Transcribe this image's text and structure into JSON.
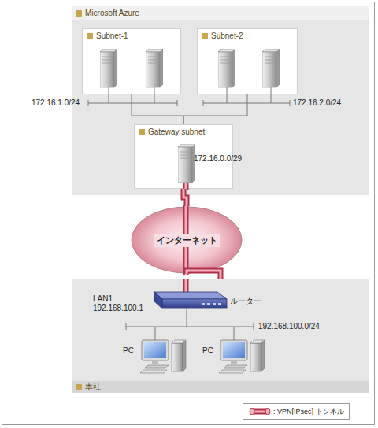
{
  "diagram": {
    "nodes": [
      {
        "text": [
          "Microsoft Azure"
        ]
      },
      {
        "text": [
          "Subnet-1"
        ],
        "in": 0
      },
      {
        "text": [
          "Subnet-2"
        ],
        "in": 0
      },
      {
        "text": [
          "Gateway subnet"
        ],
        "in": 0
      },
      {
        "text": [
          "インターネット"
        ]
      },
      {
        "text": [
          "本社"
        ]
      }
    ],
    "edges": [
      {
        "from": 1,
        "to": 3,
        "arrow": "none"
      },
      {
        "from": 2,
        "to": 3,
        "arrow": "none"
      },
      {
        "from": 3,
        "to": 4,
        "arrow": "none"
      },
      {
        "from": 4,
        "to": 5,
        "arrow": "none"
      }
    ],
    "labels": [
      "172.16.1.0/24",
      "172.16.2.0/24",
      "172.16.0.0/29",
      "LAN1",
      "192.168.100.1",
      "ルーター",
      "192.168.100.0/24",
      "PC",
      "PC"
    ],
    "legend": [
      {
        "text": ": VPN[IPsec] トンネル"
      }
    ]
  }
}
